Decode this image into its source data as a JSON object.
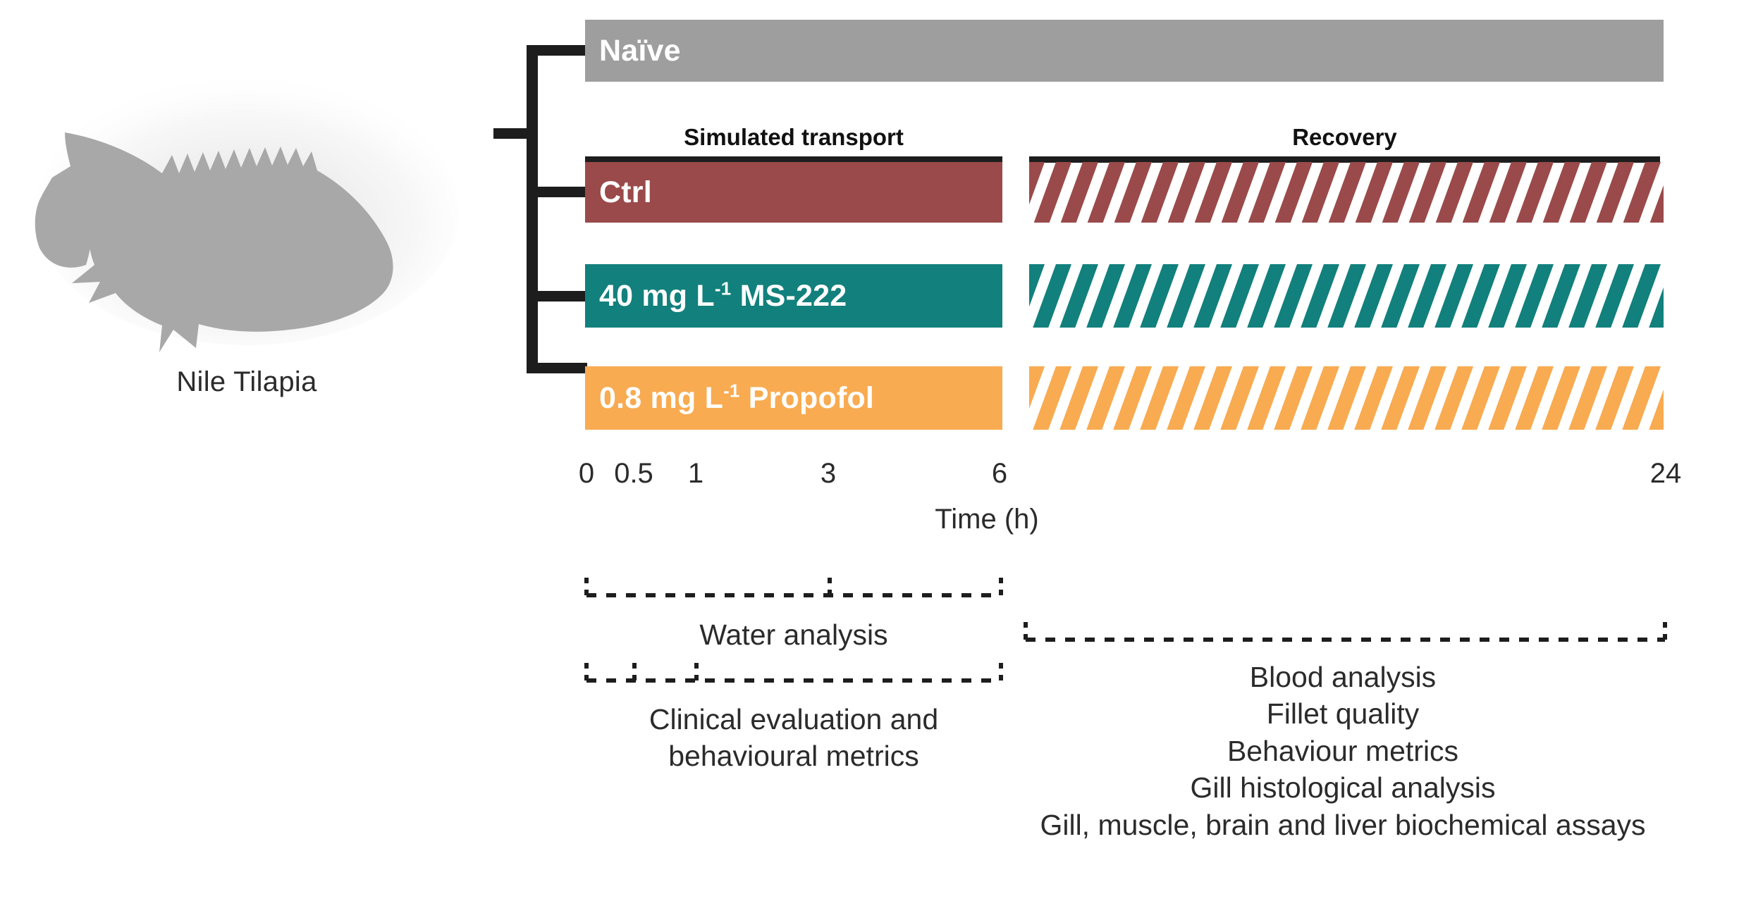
{
  "figure": {
    "species_label": "Nile Tilapia",
    "colors": {
      "naive": "#9e9e9e",
      "control": "#9a4a4a",
      "ms222": "#12807c",
      "propofol": "#f8ab51",
      "line": "#1d1d1d",
      "text": "#2b2b2b",
      "fish": "#a8a8a8"
    }
  },
  "groups": [
    {
      "name": "naive",
      "label": "Naïve",
      "phase": "full"
    },
    {
      "name": "control",
      "label": "Ctrl",
      "phase": "both"
    },
    {
      "name": "ms222",
      "label": "40 mg L-1 MS-222",
      "label_pre": "40 mg L",
      "label_sup": "-1",
      "label_post": " MS-222",
      "phase": "both"
    },
    {
      "name": "propofol",
      "label": "0.8 mg L-1 Propofol",
      "label_pre": "0.8 mg L",
      "label_sup": "-1",
      "label_post": " Propofol",
      "phase": "both"
    }
  ],
  "phases": [
    {
      "name": "simulated-transport",
      "label": "Simulated transport"
    },
    {
      "name": "recovery",
      "label": "Recovery"
    }
  ],
  "axis": {
    "title": "Time (h)",
    "ticks": [
      "0",
      "0.5",
      "1",
      "3",
      "6",
      "24"
    ]
  },
  "annotations": {
    "water": "Water analysis",
    "clinical_line1": "Clinical evaluation and",
    "clinical_line2": "behavioural metrics",
    "recovery_items": [
      "Blood analysis",
      "Fillet quality",
      "Behaviour metrics",
      "Gill histological analysis",
      "Gill, muscle, brain and liver biochemical assays"
    ]
  },
  "chart_data": {
    "type": "table",
    "title": "Experimental design timeline",
    "xlabel": "Time (h)",
    "x_ticks": [
      0,
      0.5,
      1,
      3,
      6,
      24
    ],
    "xlim": [
      0,
      24
    ],
    "phases": [
      {
        "name": "Simulated transport",
        "start": 0,
        "end": 6
      },
      {
        "name": "Recovery",
        "start": 6,
        "end": 24
      }
    ],
    "series": [
      {
        "name": "Naïve",
        "spans": [
          {
            "start": 0,
            "end": 24,
            "style": "solid"
          }
        ]
      },
      {
        "name": "Ctrl",
        "spans": [
          {
            "start": 0,
            "end": 6,
            "style": "solid"
          },
          {
            "start": 6,
            "end": 24,
            "style": "hatched"
          }
        ]
      },
      {
        "name": "40 mg L-1 MS-222",
        "spans": [
          {
            "start": 0,
            "end": 6,
            "style": "solid"
          },
          {
            "start": 6,
            "end": 24,
            "style": "hatched"
          }
        ]
      },
      {
        "name": "0.8 mg L-1 Propofol",
        "spans": [
          {
            "start": 0,
            "end": 6,
            "style": "solid"
          },
          {
            "start": 6,
            "end": 24,
            "style": "hatched"
          }
        ]
      }
    ],
    "sampling_brackets": [
      {
        "label": "Water analysis",
        "start": 0,
        "end": 6,
        "ticks": [
          0,
          3,
          6
        ]
      },
      {
        "label": "Clinical evaluation and behavioural metrics",
        "start": 0,
        "end": 6,
        "ticks": [
          0,
          0.5,
          1,
          6
        ]
      },
      {
        "label": "Blood analysis / Fillet quality / Behaviour metrics / Gill histological analysis / Gill, muscle, brain and liver biochemical assays",
        "start": 6,
        "end": 24,
        "ticks": [
          6,
          24
        ]
      }
    ]
  }
}
